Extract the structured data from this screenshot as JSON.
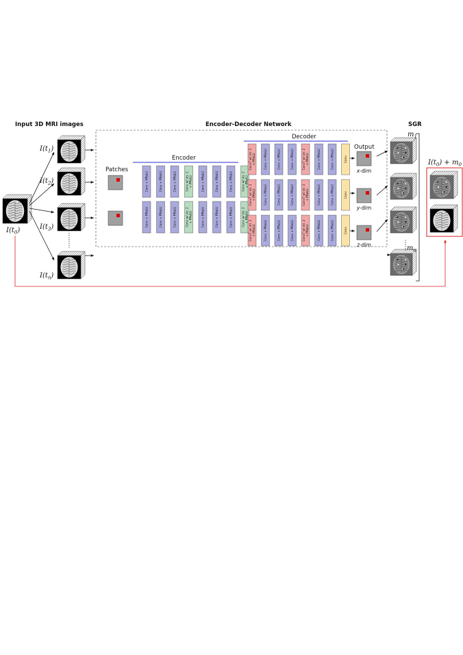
{
  "headers": {
    "input": "Input 3D MRI images",
    "network": "Encoder-Decoder Network",
    "sgr": "SGR"
  },
  "labels": {
    "patches": "Patches",
    "encoder": "Encoder",
    "decoder": "Decoder",
    "output": "Output",
    "dims": [
      {
        "var": "x",
        "suffix": "-dim"
      },
      {
        "var": "y",
        "suffix": "-dim"
      },
      {
        "var": "z",
        "suffix": "-dim"
      }
    ]
  },
  "input_images": [
    {
      "base": "I(t",
      "sub": "1",
      "close": ")"
    },
    {
      "base": "I(t",
      "sub": "2",
      "close": ")"
    },
    {
      "base": "I(t",
      "sub": "3",
      "close": ")"
    },
    {
      "base": "I(t",
      "sub": "n",
      "close": ")"
    }
  ],
  "source_image": {
    "base": "I(t",
    "sub": "0",
    "close": ")"
  },
  "sgr_labels": {
    "m_first": {
      "base": "m",
      "sub": "1"
    },
    "m_last": {
      "base": "m",
      "sub": "n"
    },
    "result": {
      "base": "I(t",
      "sub": "0",
      "mid": ") + m",
      "sub2": "0"
    }
  },
  "encoder_layers": [
    {
      "type": "conv",
      "text": [
        "Conv + PReLU"
      ]
    },
    {
      "type": "conv",
      "text": [
        "Conv + PReLU"
      ]
    },
    {
      "type": "conv",
      "text": [
        "Conv + PReLU"
      ]
    },
    {
      "type": "stride",
      "text": [
        "Conv w/ str. 2",
        "+ PReLU"
      ]
    },
    {
      "type": "conv",
      "text": [
        "Conv + PReLU"
      ]
    },
    {
      "type": "conv",
      "text": [
        "Conv + PReLU"
      ]
    },
    {
      "type": "conv",
      "text": [
        "Conv + PReLU"
      ]
    },
    {
      "type": "stride",
      "text": [
        "Conv w/ str. 2",
        "+ PReLU"
      ]
    }
  ],
  "decoder_layers": [
    {
      "type": "convT",
      "text": [
        "ConvT w/ str. 2",
        "+ PReLU"
      ]
    },
    {
      "type": "conv",
      "text": [
        "Conv + PReLU"
      ]
    },
    {
      "type": "conv",
      "text": [
        "Conv + PReLU"
      ]
    },
    {
      "type": "conv",
      "text": [
        "Conv + PReLU"
      ]
    },
    {
      "type": "convT",
      "text": [
        "ConvT w/ str. 2",
        "+ PReLU"
      ]
    },
    {
      "type": "conv",
      "text": [
        "Conv + PReLU"
      ]
    },
    {
      "type": "conv",
      "text": [
        "Conv + PReLU"
      ]
    },
    {
      "type": "final",
      "text": [
        "Conv"
      ]
    }
  ],
  "colors": {
    "conv": "#aaaadd",
    "stride": "#b8dcc0",
    "convT": "#f2a8a8",
    "final": "#fbe3a8",
    "marker": "#e00000",
    "feedback_line": "#d62020",
    "underline": "#2a2ad0",
    "patch": "#a0a0a0"
  }
}
